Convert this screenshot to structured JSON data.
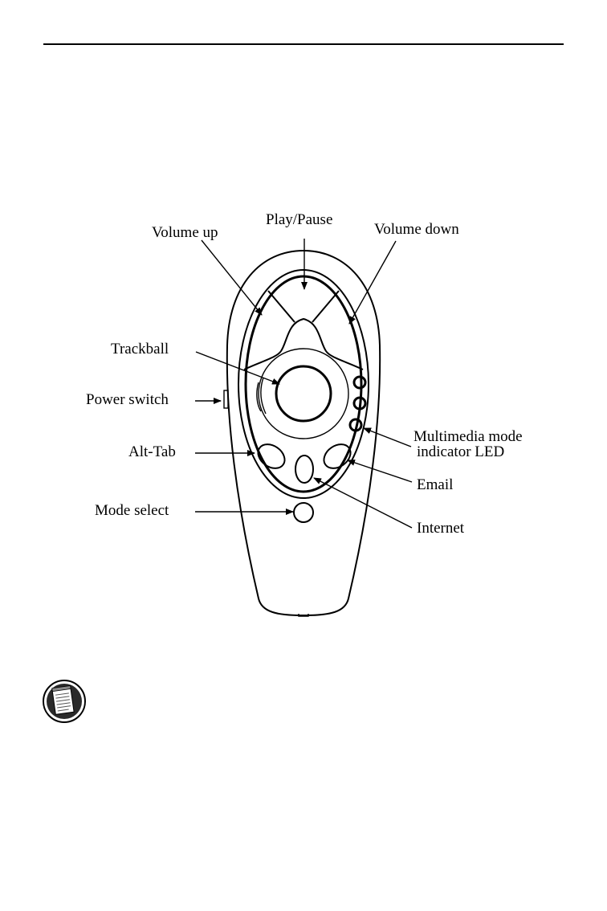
{
  "labels": {
    "volume_up": "Volume up",
    "play_pause": "Play/Pause",
    "volume_down": "Volume down",
    "trackball": "Trackball",
    "power_switch": "Power switch",
    "multimedia_line1": "Multimedia mode",
    "multimedia_line2": "indicator LED",
    "alt_tab": "Alt-Tab",
    "email": "Email",
    "mode_select": "Mode select",
    "internet": "Internet"
  },
  "icons": {
    "note": "notepad-icon"
  }
}
